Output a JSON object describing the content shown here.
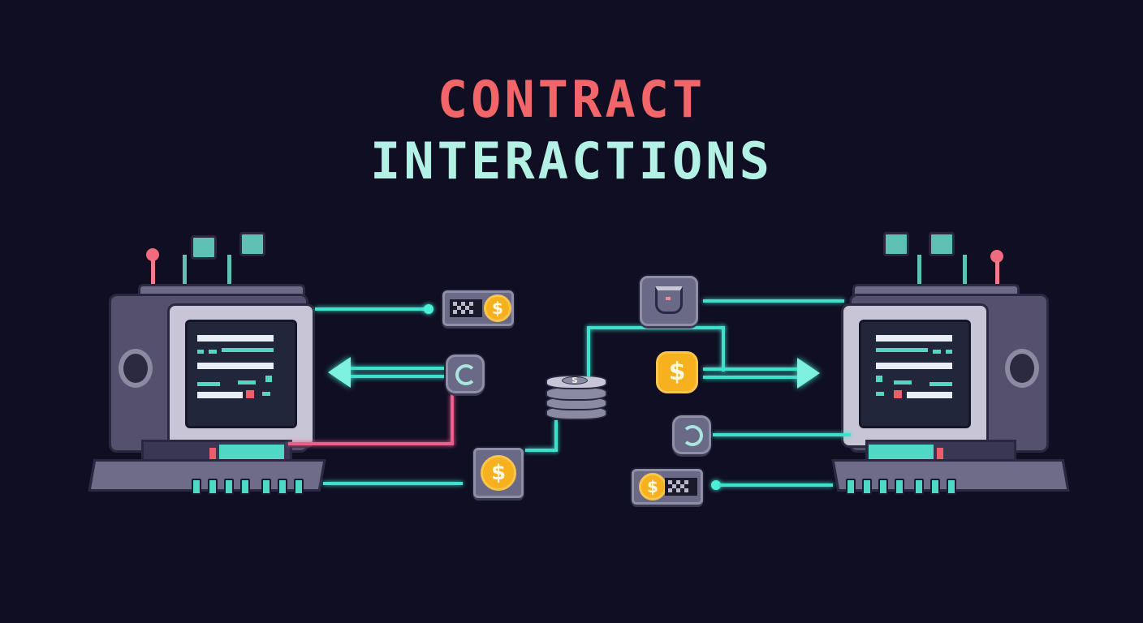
{
  "title": {
    "line1": "CONTRACT",
    "line2": "INTERACTIONS",
    "line1_color": "#f26568",
    "line2_color": "#b3f1e5"
  },
  "colors": {
    "background": "#0f0e22",
    "connector_cyan": "#3fe0cc",
    "connector_pink": "#ec5f8a",
    "coin_gold": "#f7b01e",
    "tile_gray": "#6a6a86"
  },
  "scene": {
    "left_monitor": {
      "icon": "retro-computer-icon"
    },
    "right_monitor": {
      "icon": "retro-computer-icon"
    },
    "tokens": [
      {
        "name": "token-card-left",
        "icon": "coin-card-icon",
        "symbol": "$"
      },
      {
        "name": "refresh-token-left",
        "icon": "refresh-icon"
      },
      {
        "name": "coin-tile-left",
        "icon": "coin-icon",
        "symbol": "$"
      },
      {
        "name": "coin-stack-center",
        "icon": "coin-stack-icon",
        "symbol": "S"
      },
      {
        "name": "wallet-tile",
        "icon": "wallet-icon"
      },
      {
        "name": "coin-center",
        "icon": "coin-icon",
        "symbol": "$"
      },
      {
        "name": "refresh-token-right",
        "icon": "refresh-icon"
      },
      {
        "name": "token-card-right",
        "icon": "coin-card-icon",
        "symbol": "$"
      }
    ]
  }
}
